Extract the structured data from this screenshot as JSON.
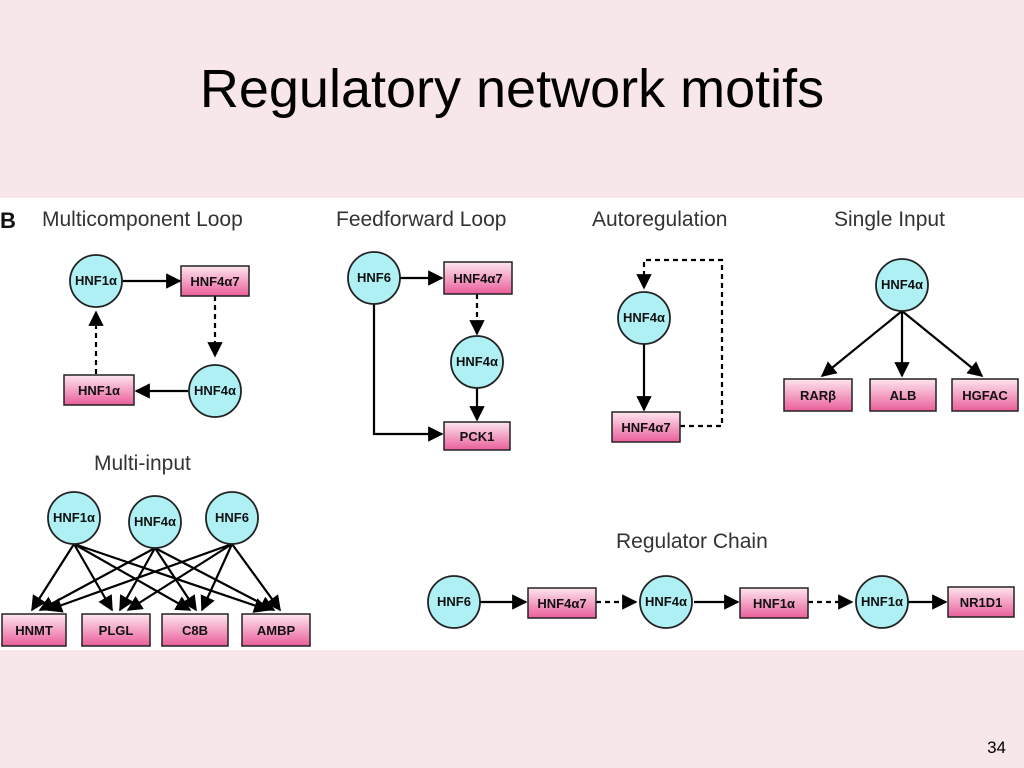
{
  "title": "Regulatory network motifs",
  "page_number": "34",
  "figure": {
    "panel_letter": "B",
    "motifs": {
      "multicomponent_loop": {
        "label": "Multicomponent Loop",
        "nodes": [
          "HNF1α",
          "HNF4α7",
          "HNF4α",
          "HNF1α"
        ]
      },
      "feedforward_loop": {
        "label": "Feedforward Loop",
        "nodes": [
          "HNF6",
          "HNF4α7",
          "HNF4α",
          "PCK1"
        ]
      },
      "autoregulation": {
        "label": "Autoregulation",
        "nodes": [
          "HNF4α",
          "HNF4α7"
        ]
      },
      "single_input": {
        "label": "Single Input",
        "nodes": [
          "HNF4α",
          "RARβ",
          "ALB",
          "HGFAC"
        ]
      },
      "multi_input": {
        "label": "Multi-input",
        "regulators": [
          "HNF1α",
          "HNF4α",
          "HNF6"
        ],
        "targets": [
          "HNMT",
          "PLGL",
          "C8B",
          "AMBP"
        ]
      },
      "regulator_chain": {
        "label": "Regulator Chain",
        "nodes": [
          "HNF6",
          "HNF4α7",
          "HNF4α",
          "HNF1α",
          "HNF1α",
          "NR1D1"
        ]
      }
    }
  },
  "colors": {
    "background": "#f8e7e9",
    "circle_fill": "#aef0f4",
    "box_gradient_top": "#fde6ee",
    "box_gradient_bottom": "#ea5e9a"
  }
}
